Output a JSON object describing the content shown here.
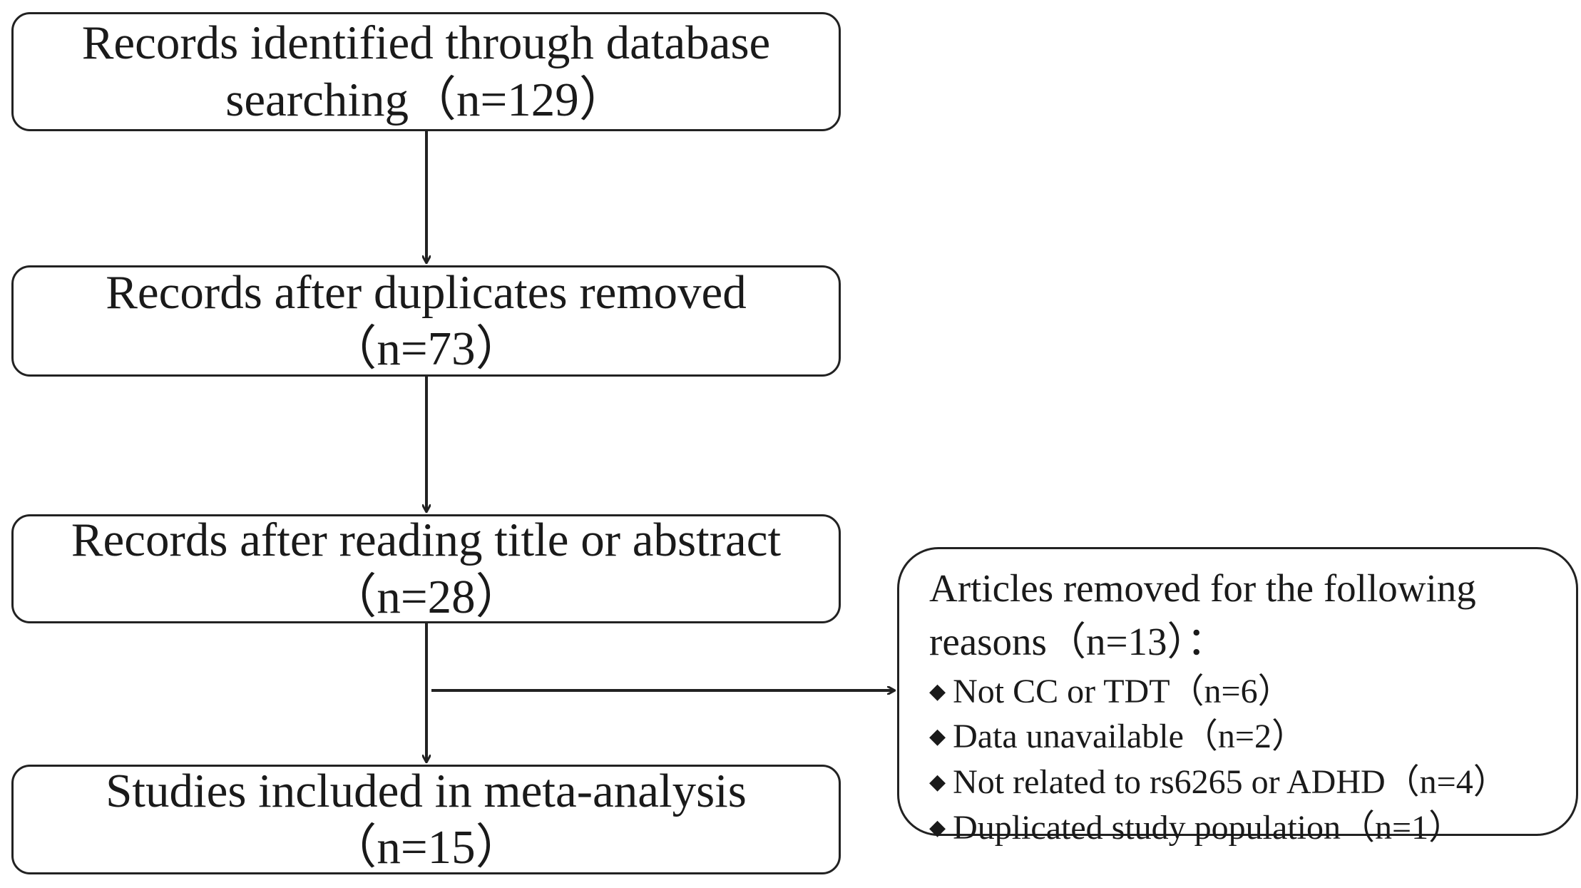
{
  "boxes": [
    {
      "line1": "Records identified through database",
      "line2": "searching（n=129）"
    },
    {
      "line1": "Records after duplicates removed",
      "line2": "（n=73）"
    },
    {
      "line1": "Records after reading title or abstract",
      "line2": "（n=28）"
    },
    {
      "line1": "Studies included in meta-analysis",
      "line2": "（n=15）"
    }
  ],
  "exclusion": {
    "line1": "Articles removed for the following",
    "line2": "reasons（n=13）：",
    "reasons": [
      "Not CC or TDT（n=6）",
      "Data unavailable（n=2）",
      "Not related to rs6265 or ADHD（n=4）",
      "Duplicated study population（n=1）"
    ]
  }
}
